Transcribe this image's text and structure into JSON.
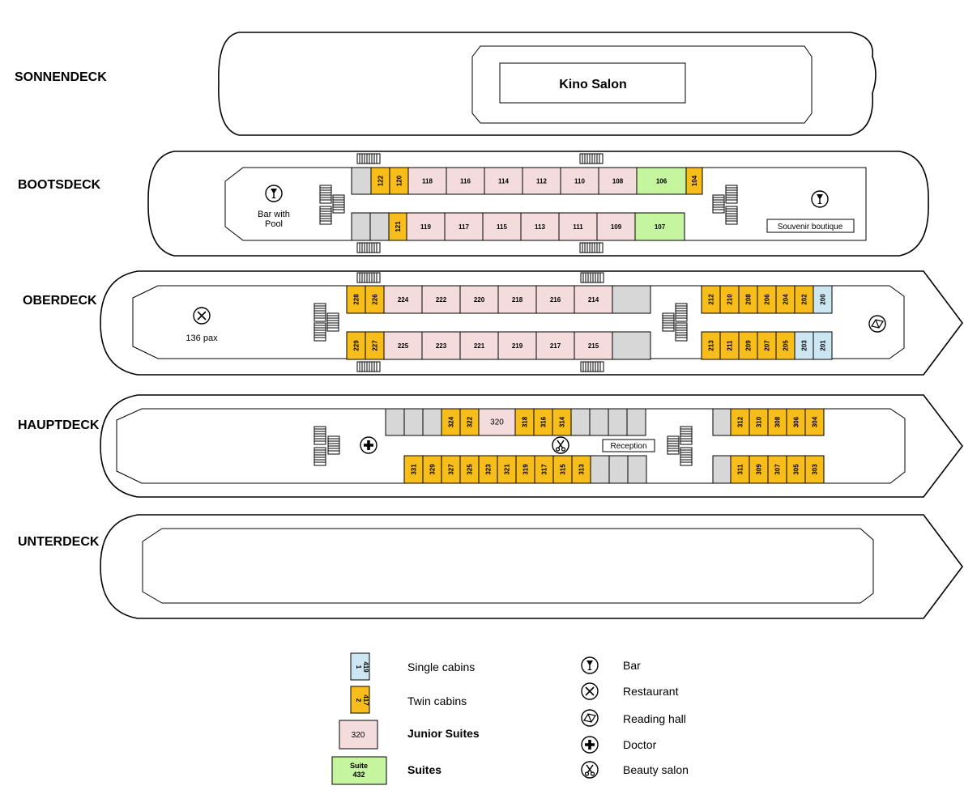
{
  "decks": {
    "sonnendeck": {
      "label": "SONNENDECK",
      "room": "Kino Salon"
    },
    "bootsdeck": {
      "label": "BOOTSDECK",
      "bar_pool": [
        "Bar with",
        "Pool"
      ],
      "souvenir": "Souvenir boutique",
      "top_row": [
        "",
        "122",
        "120",
        "118",
        "116",
        "114",
        "112",
        "110",
        "108",
        "106",
        "104"
      ],
      "top_types": [
        "service",
        "twin",
        "twin",
        "junior",
        "junior",
        "junior",
        "junior",
        "junior",
        "junior",
        "suite",
        "twin"
      ],
      "bottom_row": [
        "",
        "",
        "121",
        "119",
        "117",
        "115",
        "113",
        "111",
        "109",
        "107"
      ],
      "bottom_types": [
        "service",
        "service",
        "twin",
        "junior",
        "junior",
        "junior",
        "junior",
        "junior",
        "junior",
        "suite"
      ]
    },
    "oberdeck": {
      "label": "OBERDECK",
      "pax": "136 pax",
      "left_top": [
        "228",
        "226",
        "224",
        "222",
        "220",
        "218",
        "216",
        "214",
        ""
      ],
      "left_top_types": [
        "twin",
        "twin",
        "junior",
        "junior",
        "junior",
        "junior",
        "junior",
        "junior",
        "service"
      ],
      "left_bottom": [
        "229",
        "227",
        "225",
        "223",
        "221",
        "219",
        "217",
        "215",
        ""
      ],
      "left_bottom_types": [
        "twin",
        "twin",
        "junior",
        "junior",
        "junior",
        "junior",
        "junior",
        "junior",
        "service"
      ],
      "right_top": [
        "212",
        "210",
        "208",
        "206",
        "204",
        "202",
        "200"
      ],
      "right_top_types": [
        "twin",
        "twin",
        "twin",
        "twin",
        "twin",
        "twin",
        "single"
      ],
      "right_bottom": [
        "213",
        "211",
        "209",
        "207",
        "205",
        "203",
        "201"
      ],
      "right_bottom_types": [
        "twin",
        "twin",
        "twin",
        "twin",
        "twin",
        "single",
        "single"
      ]
    },
    "hauptdeck": {
      "label": "HAUPTDECK",
      "reception": "Reception",
      "top_row": [
        "",
        "",
        "",
        "324",
        "322",
        "320",
        "318",
        "316",
        "314",
        "",
        "",
        "",
        ""
      ],
      "top_types": [
        "service",
        "service",
        "service",
        "twin",
        "twin",
        "junior",
        "twin",
        "twin",
        "twin",
        "service",
        "service",
        "service",
        "service"
      ],
      "bottom_row": [
        "331",
        "329",
        "327",
        "325",
        "323",
        "321",
        "319",
        "317",
        "315",
        "313",
        "",
        "",
        ""
      ],
      "bottom_types": [
        "twin",
        "twin",
        "twin",
        "twin",
        "twin",
        "twin",
        "twin",
        "twin",
        "twin",
        "twin",
        "service",
        "service",
        "service"
      ],
      "right_top": [
        "",
        "312",
        "310",
        "308",
        "306",
        "304"
      ],
      "right_top_types": [
        "service",
        "twin",
        "twin",
        "twin",
        "twin",
        "twin"
      ],
      "right_bottom": [
        "",
        "311",
        "309",
        "307",
        "305",
        "303"
      ],
      "right_bottom_types": [
        "service",
        "twin",
        "twin",
        "twin",
        "twin",
        "twin"
      ]
    },
    "unterdeck": {
      "label": "UNTERDECK"
    }
  },
  "legend": {
    "single": {
      "swatch": [
        "1",
        "419"
      ],
      "text": "Single cabins"
    },
    "twin": {
      "swatch": [
        "2",
        "417"
      ],
      "text": "Twin cabins"
    },
    "junior": {
      "swatch": "320",
      "text": "Junior Suites"
    },
    "suite": {
      "swatch": [
        "Suite",
        "432"
      ],
      "text": "Suites"
    },
    "icons": [
      {
        "icon": "bar-icon",
        "text": "Bar"
      },
      {
        "icon": "restaurant-icon",
        "text": "Restaurant"
      },
      {
        "icon": "reading-hall-icon",
        "text": "Reading hall"
      },
      {
        "icon": "doctor-icon",
        "text": "Doctor"
      },
      {
        "icon": "beauty-salon-icon",
        "text": "Beauty salon"
      }
    ]
  },
  "colors": {
    "twin": "#f7bd1a",
    "junior": "#f5dcdc",
    "suite": "#c6f5a0",
    "single": "#cce6f2",
    "service": "#d7d7d7",
    "outline": "#000000"
  }
}
